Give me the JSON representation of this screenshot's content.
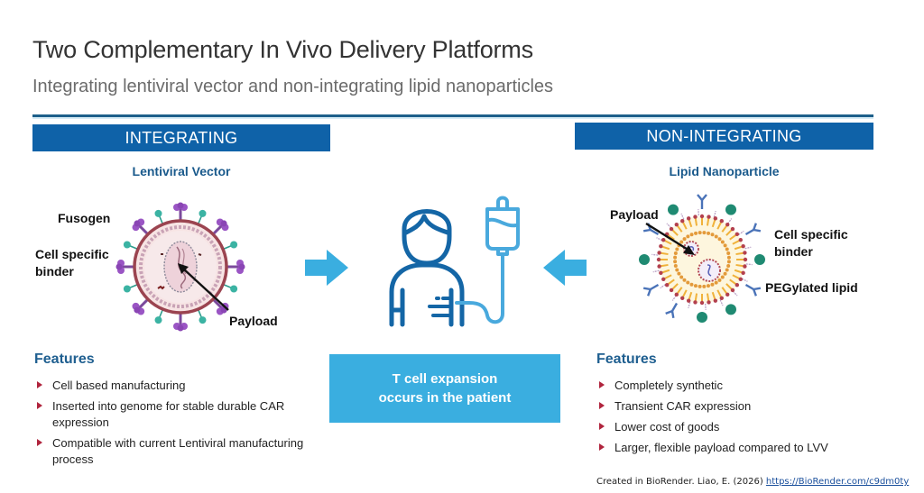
{
  "header": {
    "title": "Two Complementary In Vivo Delivery Platforms",
    "subtitle": "Integrating lentiviral vector and non-integrating lipid nanoparticles"
  },
  "colors": {
    "band_blue": "#0f62a8",
    "accent_light_blue": "#3aaee0",
    "heading_blue": "#1f5f90",
    "bullet_red": "#b0243d"
  },
  "left_panel": {
    "band_label": "INTEGRATING",
    "platform_name": "Lentiviral Vector",
    "illustration": "lentiviral-vector-particle",
    "labels": {
      "fusogen": "Fusogen",
      "binder_line1": "Cell specific",
      "binder_line2": "binder",
      "payload": "Payload"
    },
    "features_heading": "Features",
    "features": [
      "Cell based manufacturing",
      "Inserted into genome for stable durable CAR expression",
      "Compatible with current Lentiviral manufacturing process"
    ]
  },
  "center": {
    "icon": "patient-iv-infusion-icon",
    "left_arrow": "arrow-right-icon",
    "right_arrow": "arrow-left-icon",
    "box_line1": "T cell expansion",
    "box_line2": "occurs in the patient"
  },
  "right_panel": {
    "band_label": "NON-INTEGRATING",
    "platform_name": "Lipid Nanoparticle",
    "illustration": "lipid-nanoparticle",
    "labels": {
      "payload": "Payload",
      "binder_line1": "Cell specific",
      "binder_line2": "binder",
      "peg": "PEGylated lipid"
    },
    "features_heading": "Features",
    "features": [
      "Completely synthetic",
      "Transient CAR expression",
      "Lower cost of goods",
      "Larger, flexible payload compared to LVV"
    ]
  },
  "credit": {
    "text": "Created in BioRender. Liao, E. (2026) ",
    "link_text": "https://BioRender.com/c9dm0ty"
  }
}
